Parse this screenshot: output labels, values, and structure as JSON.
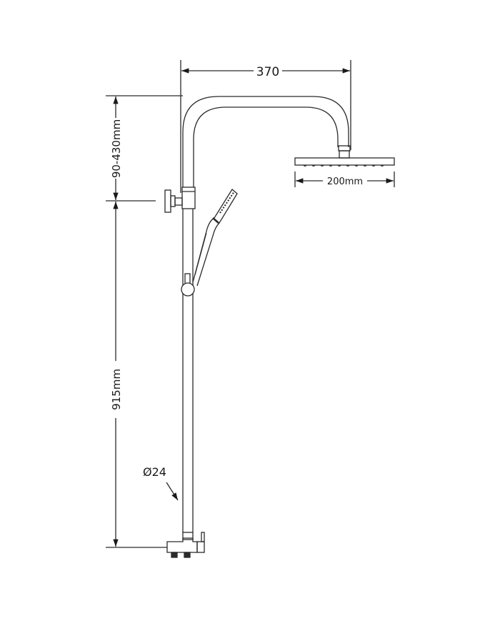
{
  "diagram": {
    "subject": "Shower column technical drawing",
    "colors": {
      "line": "#2a2a2a",
      "background": "#ffffff"
    },
    "dimensions": {
      "arm_reach": "370",
      "head_width": "200mm",
      "height_adjust": "90-430mm",
      "riser_height": "915mm",
      "pipe_diameter": "Ø24"
    }
  }
}
